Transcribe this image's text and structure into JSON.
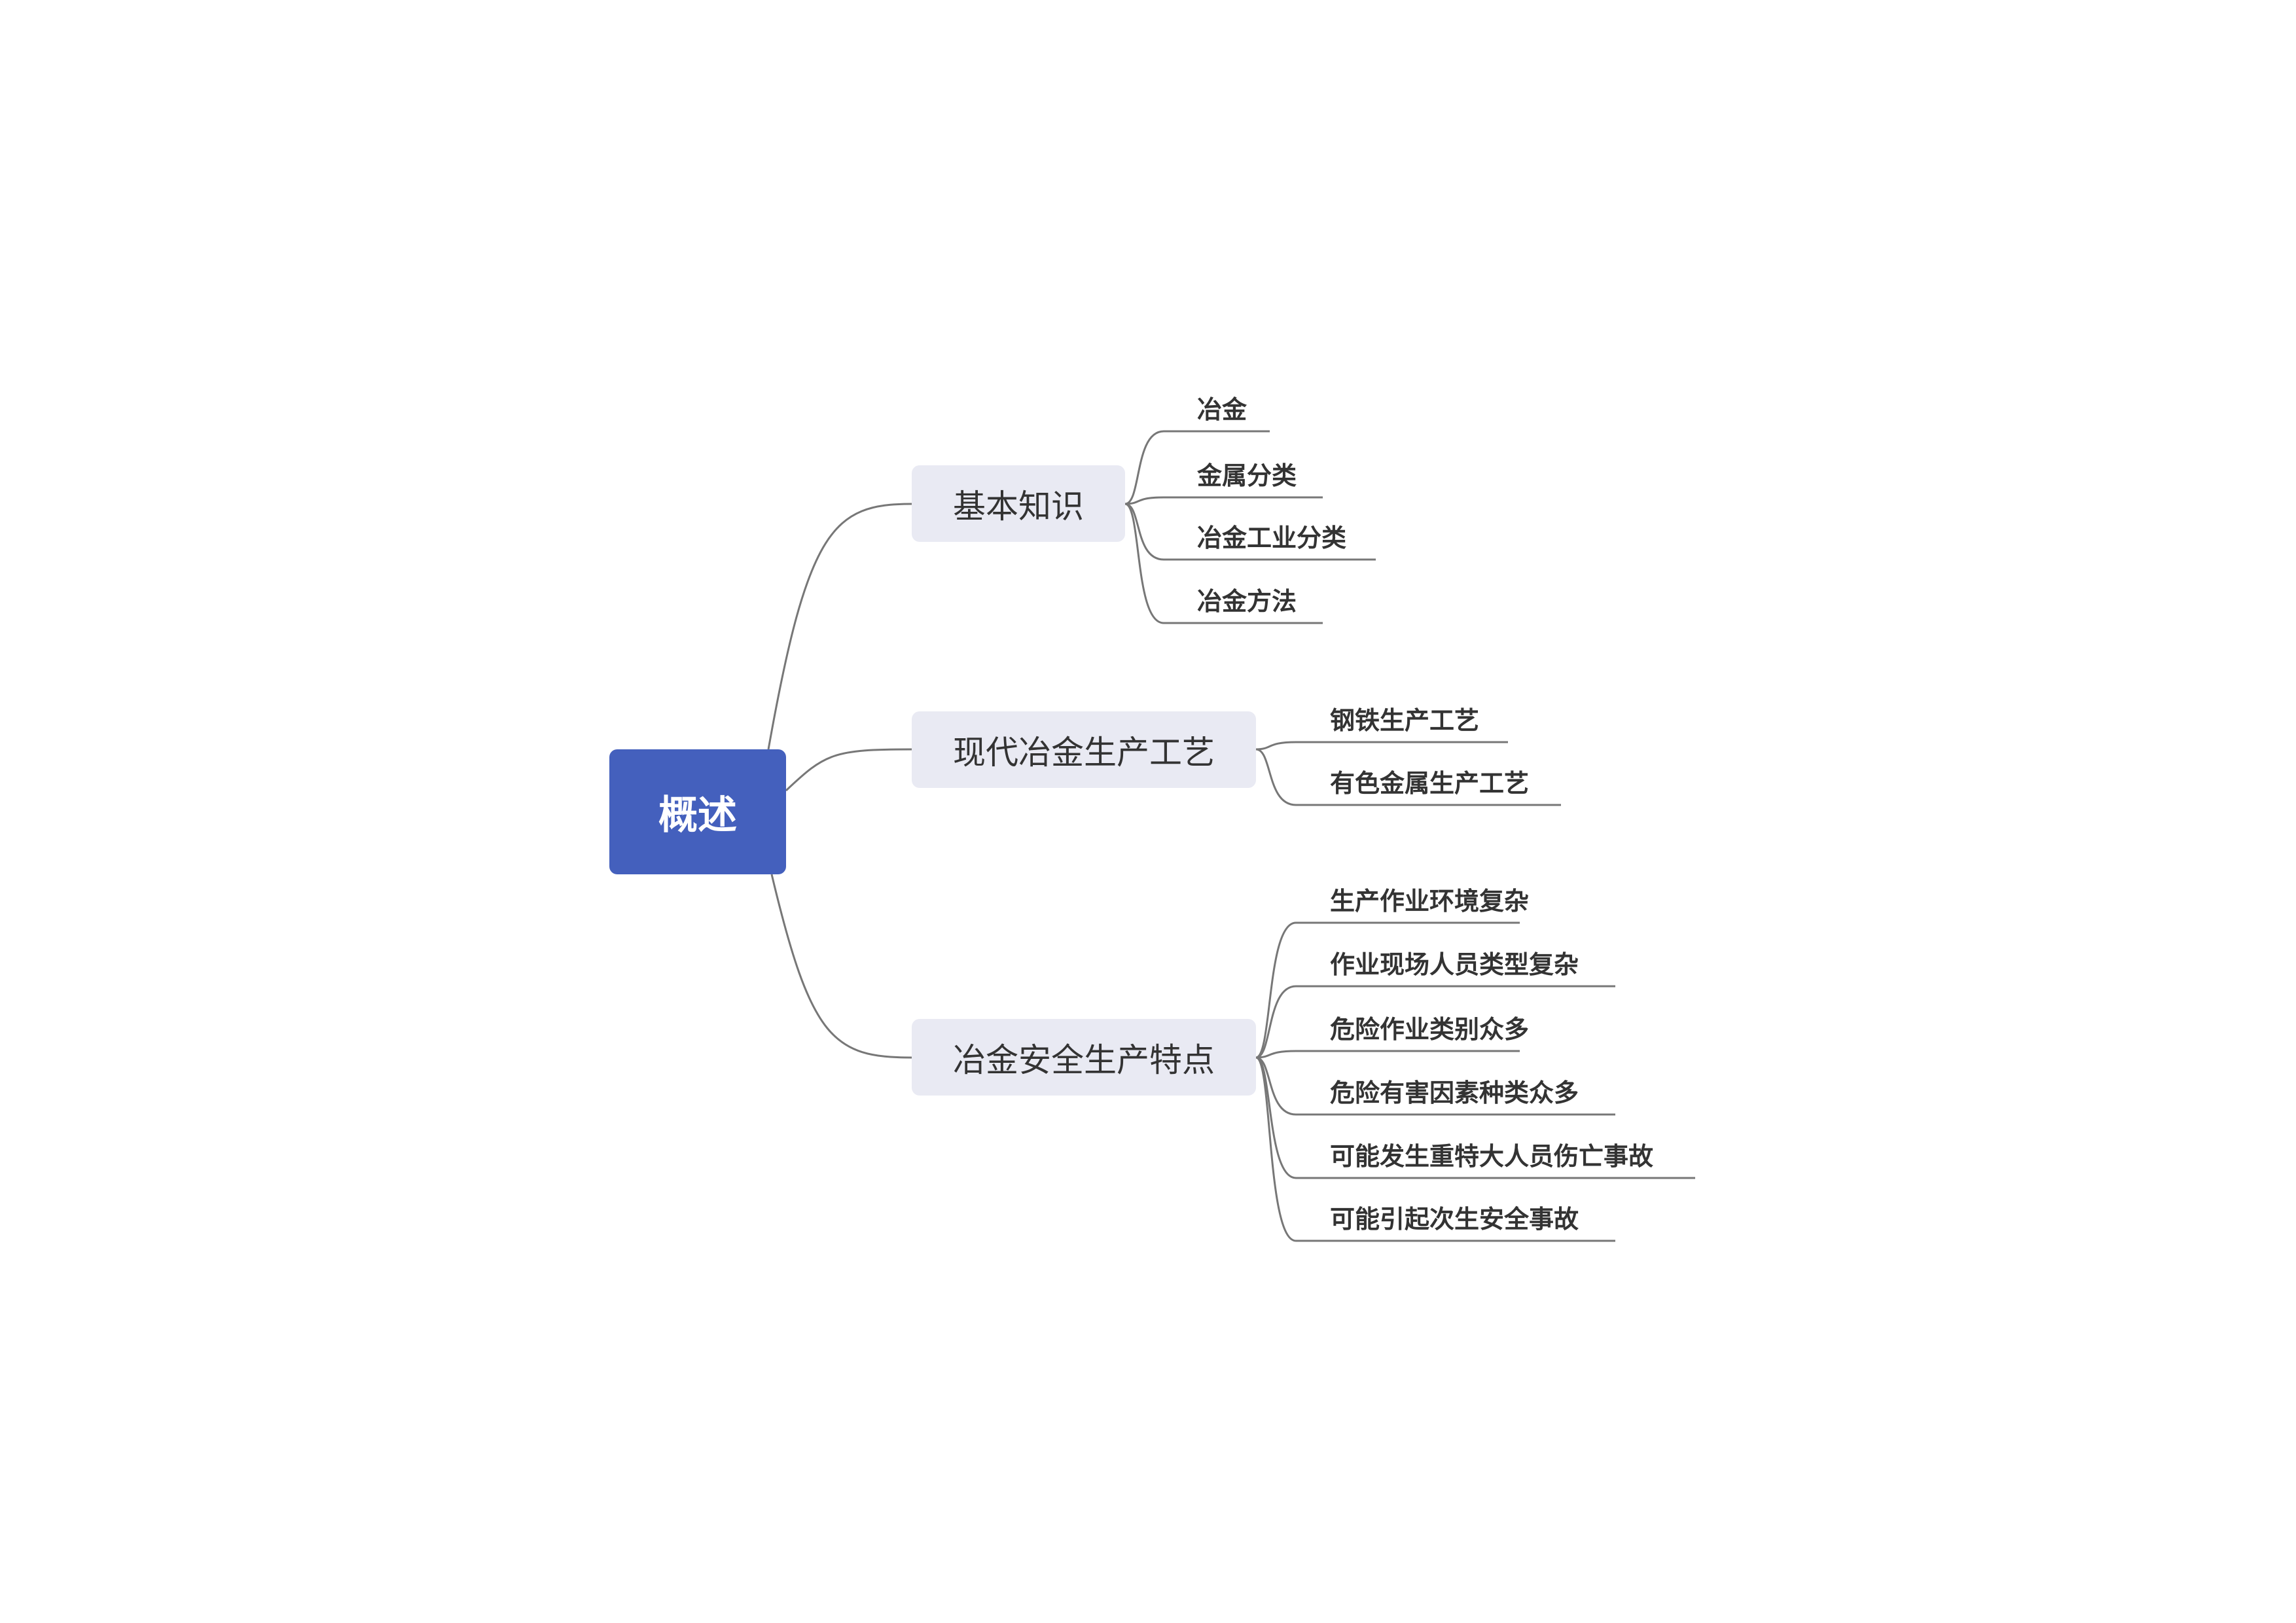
{
  "root": {
    "label": "概述",
    "color": "#4460bd"
  },
  "branches": [
    {
      "label": "基本知识",
      "children": [
        "冶金",
        "金属分类",
        "冶金工业分类",
        "冶金方法"
      ]
    },
    {
      "label": "现代冶金生产工艺",
      "children": [
        "钢铁生产工艺",
        "有色金属生产工艺"
      ]
    },
    {
      "label": "冶金安全生产特点",
      "children": [
        "生产作业环境复杂",
        "作业现场人员类型复杂",
        "危险作业类别众多",
        "危险有害因素种类众多",
        "可能发生重特大人员伤亡事故",
        "可能引起次生安全事故"
      ]
    }
  ]
}
